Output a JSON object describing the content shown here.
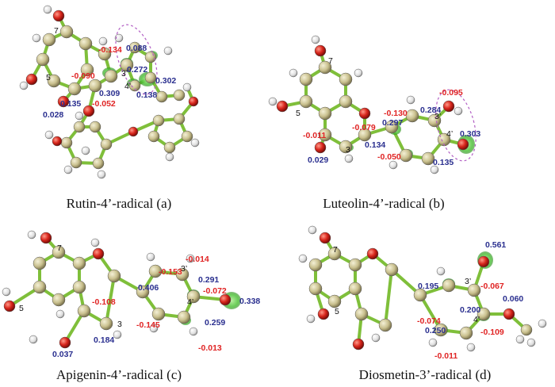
{
  "panels": [
    {
      "caption": "Rutin-4’-radical (a)",
      "positions": [
        "7",
        "5",
        "3’",
        "4’"
      ],
      "spins": [
        "-0.134",
        "0.088",
        "0.272",
        "0.302",
        "-0.090",
        "0.309",
        "-0.052",
        "0.138",
        "0.135",
        "0.028"
      ]
    },
    {
      "caption": "Luteolin-4’-radical (b)",
      "positions": [
        "7",
        "5",
        "3",
        "3’",
        "4’"
      ],
      "spins": [
        "-0.095",
        "0.284",
        "-0.130",
        "0.297",
        "-0.079",
        "0.303",
        "-0.011",
        "0.134",
        "0.029",
        "-0.050",
        "0.135"
      ]
    },
    {
      "caption": "Apigenin-4’-radical (c)",
      "positions": [
        "7",
        "5",
        "3",
        "3’",
        "4’"
      ],
      "spins": [
        "-0.014",
        "-0.153",
        "0.291",
        "0.406",
        "-0.108",
        "-0.072",
        "0.338",
        "-0.145",
        "0.259",
        "0.184",
        "0.037",
        "-0.013"
      ]
    },
    {
      "caption": "Diosmetin-3’-radical (d)",
      "positions": [
        "7",
        "5",
        "3’",
        "4’"
      ],
      "spins": [
        "0.561",
        "0.195",
        "-0.067",
        "0.060",
        "0.200",
        "-0.074",
        "0.250",
        "-0.109",
        "-0.011"
      ]
    }
  ]
}
